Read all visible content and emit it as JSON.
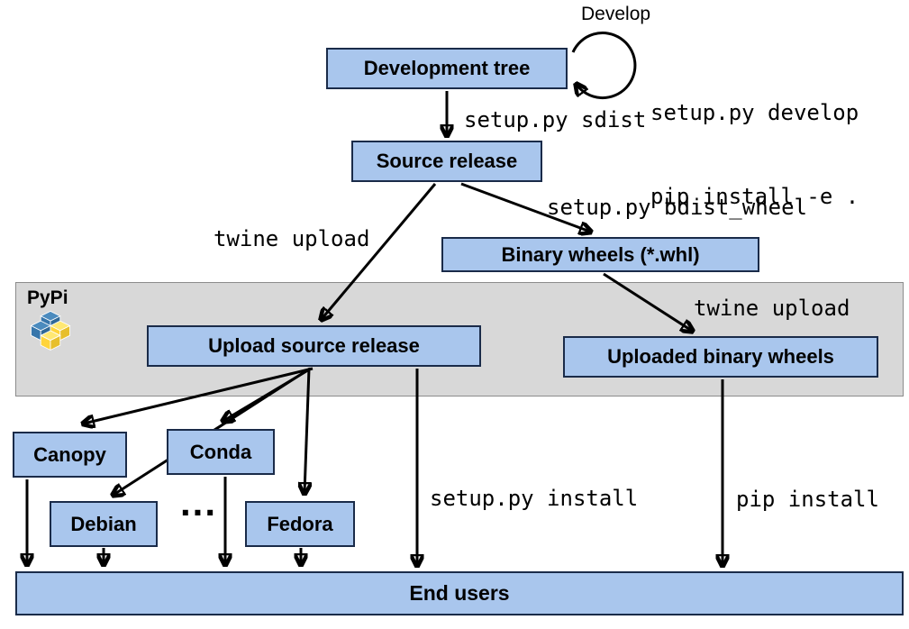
{
  "nodes": {
    "development_tree": "Development tree",
    "source_release": "Source release",
    "binary_wheels": "Binary wheels (*.whl)",
    "upload_source_release": "Upload source release",
    "uploaded_binary_wheels": "Uploaded binary wheels",
    "canopy": "Canopy",
    "conda": "Conda",
    "debian": "Debian",
    "fedora": "Fedora",
    "end_users": "End users"
  },
  "pypi": {
    "label": "PyPi"
  },
  "edge_labels": {
    "develop": "Develop",
    "develop_cmd1": "setup.py develop",
    "develop_cmd2": "pip install -e .",
    "sdist": "setup.py sdist",
    "twine_upload_source": "twine upload",
    "bdist_wheel": "setup.py bdist_wheel",
    "twine_upload_wheels": "twine upload",
    "setup_install": "setup.py install",
    "pip_install": "pip install",
    "ellipsis": "..."
  },
  "edges": [
    {
      "from": "development_tree",
      "to": "development_tree",
      "label": "Develop: setup.py develop / pip install -e ."
    },
    {
      "from": "development_tree",
      "to": "source_release",
      "label": "setup.py sdist"
    },
    {
      "from": "source_release",
      "to": "upload_source_release",
      "label": "twine upload"
    },
    {
      "from": "source_release",
      "to": "binary_wheels",
      "label": "setup.py bdist_wheel"
    },
    {
      "from": "binary_wheels",
      "to": "uploaded_binary_wheels",
      "label": "twine upload"
    },
    {
      "from": "upload_source_release",
      "to": "canopy",
      "label": ""
    },
    {
      "from": "upload_source_release",
      "to": "conda",
      "label": ""
    },
    {
      "from": "upload_source_release",
      "to": "debian",
      "label": ""
    },
    {
      "from": "upload_source_release",
      "to": "fedora",
      "label": ""
    },
    {
      "from": "upload_source_release",
      "to": "end_users",
      "label": "setup.py install"
    },
    {
      "from": "uploaded_binary_wheels",
      "to": "end_users",
      "label": "pip install"
    },
    {
      "from": "canopy",
      "to": "end_users",
      "label": ""
    },
    {
      "from": "conda",
      "to": "end_users",
      "label": ""
    },
    {
      "from": "debian",
      "to": "end_users",
      "label": ""
    },
    {
      "from": "fedora",
      "to": "end_users",
      "label": ""
    }
  ],
  "colors": {
    "node_fill": "#a9c6ed",
    "node_border": "#1a2b49",
    "band_fill": "#d8d8d8",
    "arrow": "#000000",
    "pypi_blue": "#3776ab",
    "pypi_blue_light": "#4b8bbe",
    "pypi_blue_dark": "#306998",
    "pypi_yellow": "#ffd43b",
    "pypi_yellow_light": "#ffe873",
    "pypi_yellow_dark": "#e7bf2c"
  }
}
